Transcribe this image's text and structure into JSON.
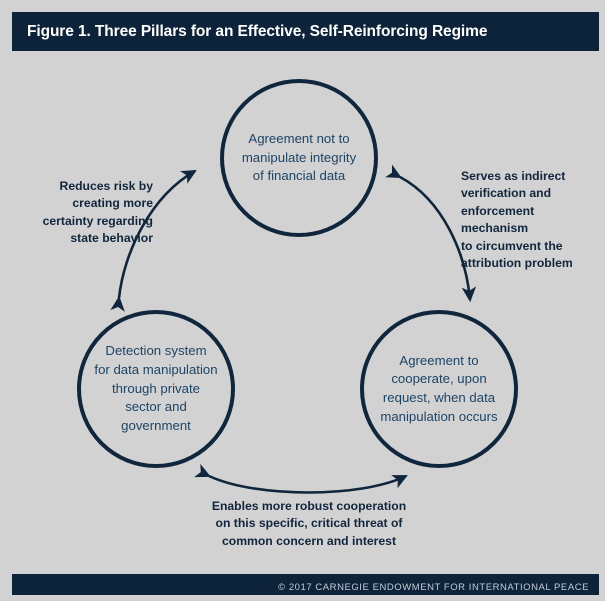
{
  "header": {
    "title": "Figure 1. Three Pillars for an Effective, Self-Reinforcing Regime"
  },
  "footer": {
    "copyright": "© 2017 CARNEGIE ENDOWMENT FOR INTERNATIONAL PEACE"
  },
  "diagram": {
    "type": "cycle-diagram",
    "nodes": [
      {
        "id": "top",
        "label": "Agreement not to\nmanipulate integrity\nof financial data"
      },
      {
        "id": "bottom-left",
        "label": "Detection system\nfor data manipulation\nthrough private\nsector and\ngovernment"
      },
      {
        "id": "bottom-right",
        "label": "Agreement to\ncooperate, upon\nrequest, when data\nmanipulation occurs"
      }
    ],
    "edges": [
      {
        "id": "left-edge",
        "label": "Reduces risk by\ncreating more\ncertainty regarding\nstate behavior",
        "connects": "bottom-left ↔ top"
      },
      {
        "id": "right-edge",
        "label": "Serves as indirect\nverification and\nenforcement mechanism\nto circumvent the\nattribution problem",
        "connects": "top ↔ bottom-right"
      },
      {
        "id": "bottom-edge",
        "label": "Enables more robust cooperation\non this specific, critical threat of\ncommon concern and interest",
        "connects": "bottom-left ↔ bottom-right"
      }
    ],
    "colors": {
      "background": "#d2d2d2",
      "bar": "#0d2339",
      "stroke": "#0f263c",
      "node_text": "#1d4566",
      "edge_text": "#10263d",
      "title_text": "#ffffff",
      "copyright_text": "#c3ccd6"
    }
  }
}
